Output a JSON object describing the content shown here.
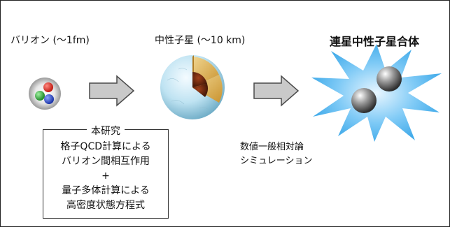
{
  "labels": {
    "baryon": "バリオン (〜1fm)",
    "neutron_star": "中性子星 (〜10 km)",
    "binary_merger": "連星中性子星合体"
  },
  "research_box": {
    "title": "本研究",
    "lines": [
      "格子QCD計算による",
      "バリオン間相互作用",
      "+",
      "量子多体計算による",
      "高密度状態方程式"
    ]
  },
  "simulation": {
    "line1": "数値一般相対論",
    "line2": "シミュレーション"
  },
  "colors": {
    "quark_red": "#e0261f",
    "quark_green": "#2fa83a",
    "quark_blue": "#2646c8",
    "arrow_fill": "#c9c9c9",
    "burst_blue": "#5ab8f0",
    "ice_blue": "#bfe3f2"
  }
}
